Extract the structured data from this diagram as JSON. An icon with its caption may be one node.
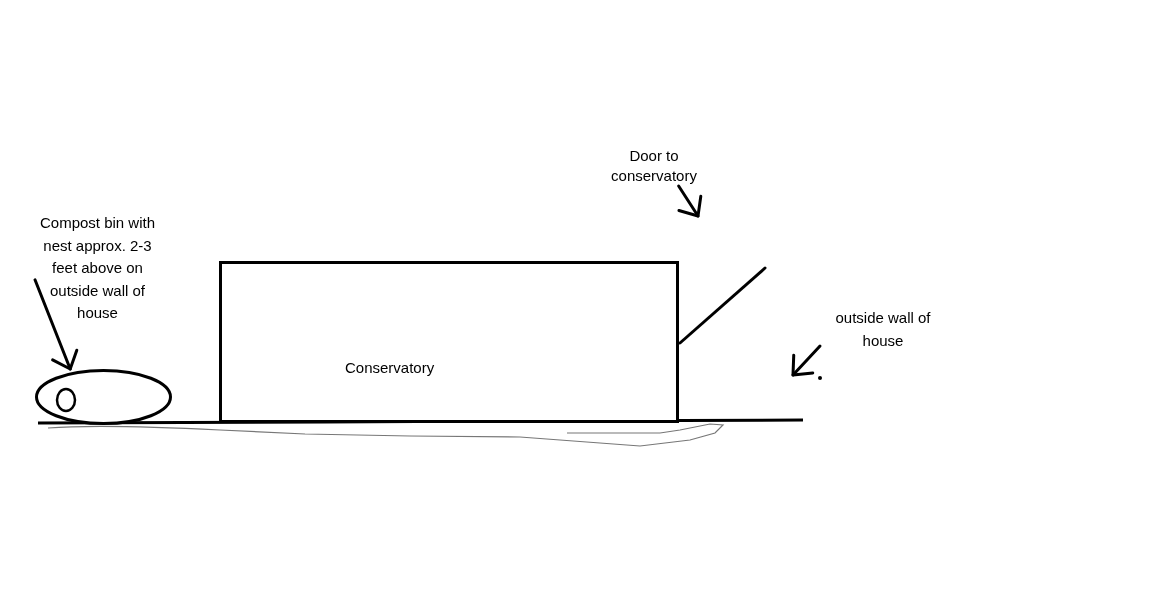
{
  "diagram": {
    "nodes": [
      {
        "text": [
          "Compost bin with nest approx. 2-3 feet above on outside wall of house"
        ]
      },
      {
        "text": [],
        "shape": "ellipse"
      },
      {
        "text": [
          "Conservatory"
        ]
      },
      {
        "text": [
          "Door to conservatory"
        ]
      },
      {
        "text": [
          "outside wall of house"
        ]
      }
    ],
    "edges": [
      {
        "from": 0,
        "to": 1,
        "arrow": "to"
      },
      {
        "from": 3,
        "to": null,
        "arrow": "to"
      },
      {
        "from": 4,
        "to": null,
        "arrow": "to"
      }
    ]
  }
}
